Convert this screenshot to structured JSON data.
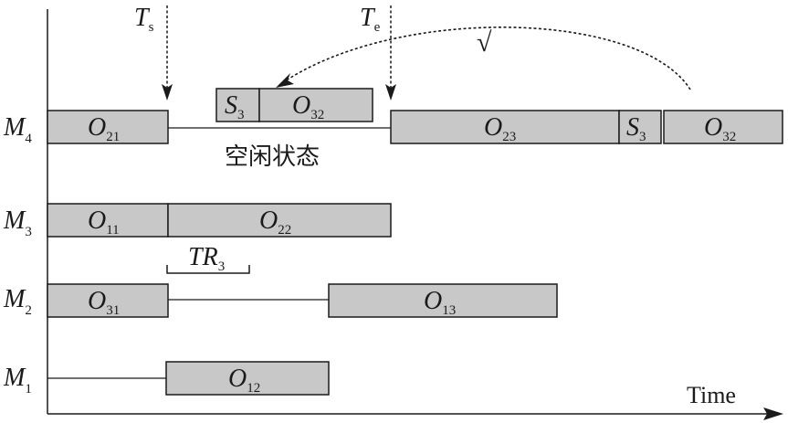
{
  "axis": {
    "x_label": "Time"
  },
  "markers": {
    "ts": {
      "main": "T",
      "sub": "s"
    },
    "te": {
      "main": "T",
      "sub": "e"
    }
  },
  "check_mark": "√",
  "idle_text": "空闲状态",
  "tr": {
    "main": "TR",
    "sub": "3"
  },
  "colors": {
    "block_fill": "#c8c8c8",
    "stroke": "#1a1a1a",
    "background": "#ffffff"
  },
  "machines": [
    {
      "id": "m4",
      "main": "M",
      "sub": "4",
      "blocks": [
        {
          "id": "o21-m4",
          "main": "O",
          "sub": "21"
        },
        {
          "id": "o23-m4",
          "main": "O",
          "sub": "23"
        },
        {
          "id": "s3-m4",
          "main": "S",
          "sub": "3"
        },
        {
          "id": "o32-m4",
          "main": "O",
          "sub": "32"
        }
      ]
    },
    {
      "id": "m3",
      "main": "M",
      "sub": "3",
      "blocks": [
        {
          "id": "o11-m3",
          "main": "O",
          "sub": "11"
        },
        {
          "id": "o22-m3",
          "main": "O",
          "sub": "22"
        }
      ]
    },
    {
      "id": "m2",
      "main": "M",
      "sub": "2",
      "blocks": [
        {
          "id": "o31-m2",
          "main": "O",
          "sub": "31"
        },
        {
          "id": "o13-m2",
          "main": "O",
          "sub": "13"
        }
      ]
    },
    {
      "id": "m1",
      "main": "M",
      "sub": "1",
      "blocks": [
        {
          "id": "o12-m1",
          "main": "O",
          "sub": "12"
        }
      ]
    }
  ],
  "moved_blocks": [
    {
      "id": "s3-moved",
      "main": "S",
      "sub": "3"
    },
    {
      "id": "o32-moved",
      "main": "O",
      "sub": "32"
    }
  ]
}
